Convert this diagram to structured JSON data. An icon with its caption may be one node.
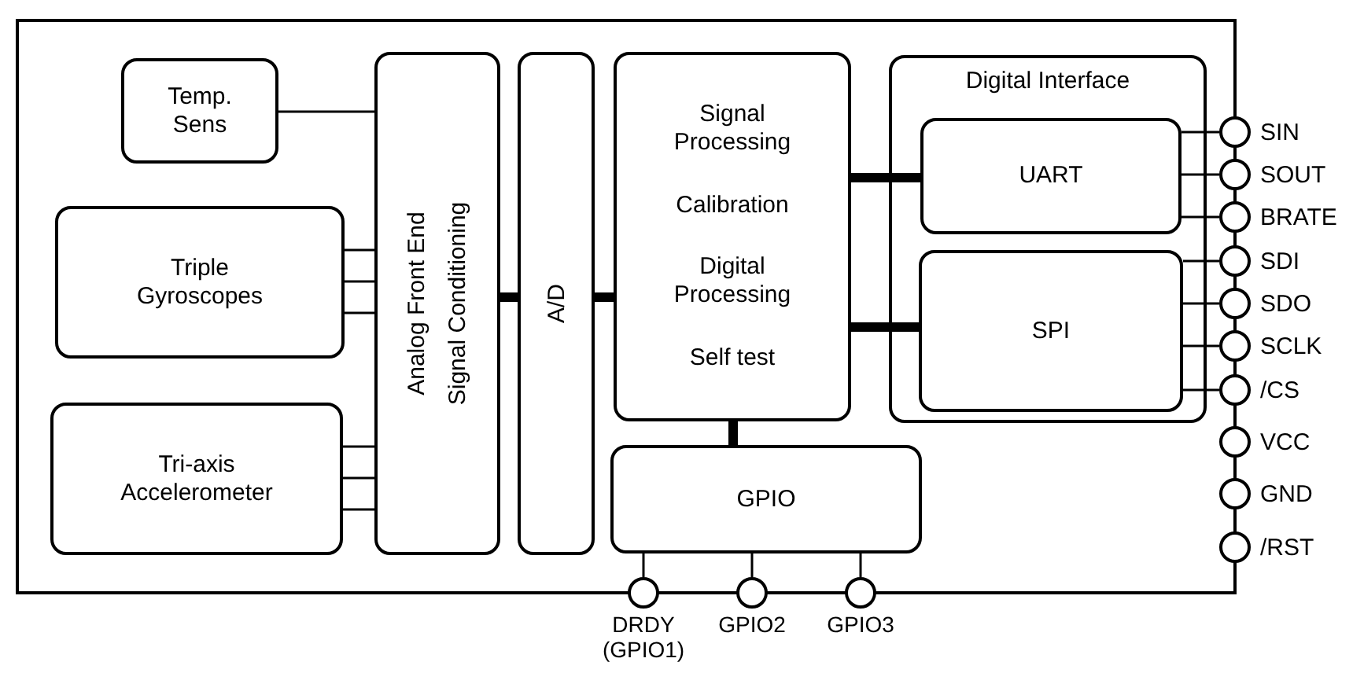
{
  "diagram": {
    "nodes": [
      {
        "text": [
          "Temp. Sens"
        ]
      },
      {
        "text": [
          "Triple Gyroscopes"
        ]
      },
      {
        "text": [
          "Tri-axis Accelerometer"
        ]
      },
      {
        "text": [
          "Analog Front End",
          "Signal Conditioning"
        ]
      },
      {
        "text": [
          "A/D"
        ]
      },
      {
        "text": [
          "Signal Processing",
          "Calibration",
          "Digital Processing",
          "Self test"
        ]
      },
      {
        "text": [
          "Digital Interface"
        ]
      },
      {
        "text": [
          "UART"
        ],
        "in": 6
      },
      {
        "text": [
          "SPI"
        ],
        "in": 6
      },
      {
        "text": [
          "GPIO"
        ]
      },
      {
        "text": [
          "SIN"
        ]
      },
      {
        "text": [
          "SOUT"
        ]
      },
      {
        "text": [
          "BRATE"
        ]
      },
      {
        "text": [
          "SDI"
        ]
      },
      {
        "text": [
          "SDO"
        ]
      },
      {
        "text": [
          "SCLK"
        ]
      },
      {
        "text": [
          "/CS"
        ]
      },
      {
        "text": [
          "VCC"
        ]
      },
      {
        "text": [
          "GND"
        ]
      },
      {
        "text": [
          "/RST"
        ]
      },
      {
        "text": [
          "DRDY (GPIO1)"
        ]
      },
      {
        "text": [
          "GPIO2"
        ]
      },
      {
        "text": [
          "GPIO3"
        ]
      }
    ],
    "edges": [
      {
        "from": 0,
        "to": 3,
        "arrow": "none"
      },
      {
        "from": 1,
        "to": 3,
        "arrow": "none"
      },
      {
        "from": 1,
        "to": 3,
        "arrow": "none"
      },
      {
        "from": 1,
        "to": 3,
        "arrow": "none"
      },
      {
        "from": 2,
        "to": 3,
        "arrow": "none"
      },
      {
        "from": 2,
        "to": 3,
        "arrow": "none"
      },
      {
        "from": 2,
        "to": 3,
        "arrow": "none"
      },
      {
        "from": 3,
        "to": 4,
        "arrow": "none",
        "style": "thick"
      },
      {
        "from": 4,
        "to": 5,
        "arrow": "none",
        "style": "thick"
      },
      {
        "from": 5,
        "to": 7,
        "arrow": "none",
        "style": "thick"
      },
      {
        "from": 5,
        "to": 8,
        "arrow": "none",
        "style": "thick"
      },
      {
        "from": 5,
        "to": 9,
        "arrow": "none",
        "style": "thick"
      },
      {
        "from": 7,
        "to": 10,
        "arrow": "none"
      },
      {
        "from": 7,
        "to": 11,
        "arrow": "none"
      },
      {
        "from": 7,
        "to": 12,
        "arrow": "none"
      },
      {
        "from": 8,
        "to": 13,
        "arrow": "none"
      },
      {
        "from": 8,
        "to": 14,
        "arrow": "none"
      },
      {
        "from": 8,
        "to": 15,
        "arrow": "none"
      },
      {
        "from": 8,
        "to": 16,
        "arrow": "none"
      },
      {
        "from": 9,
        "to": 20,
        "arrow": "none"
      },
      {
        "from": 9,
        "to": 21,
        "arrow": "none"
      },
      {
        "from": 9,
        "to": 22,
        "arrow": "none"
      }
    ]
  }
}
